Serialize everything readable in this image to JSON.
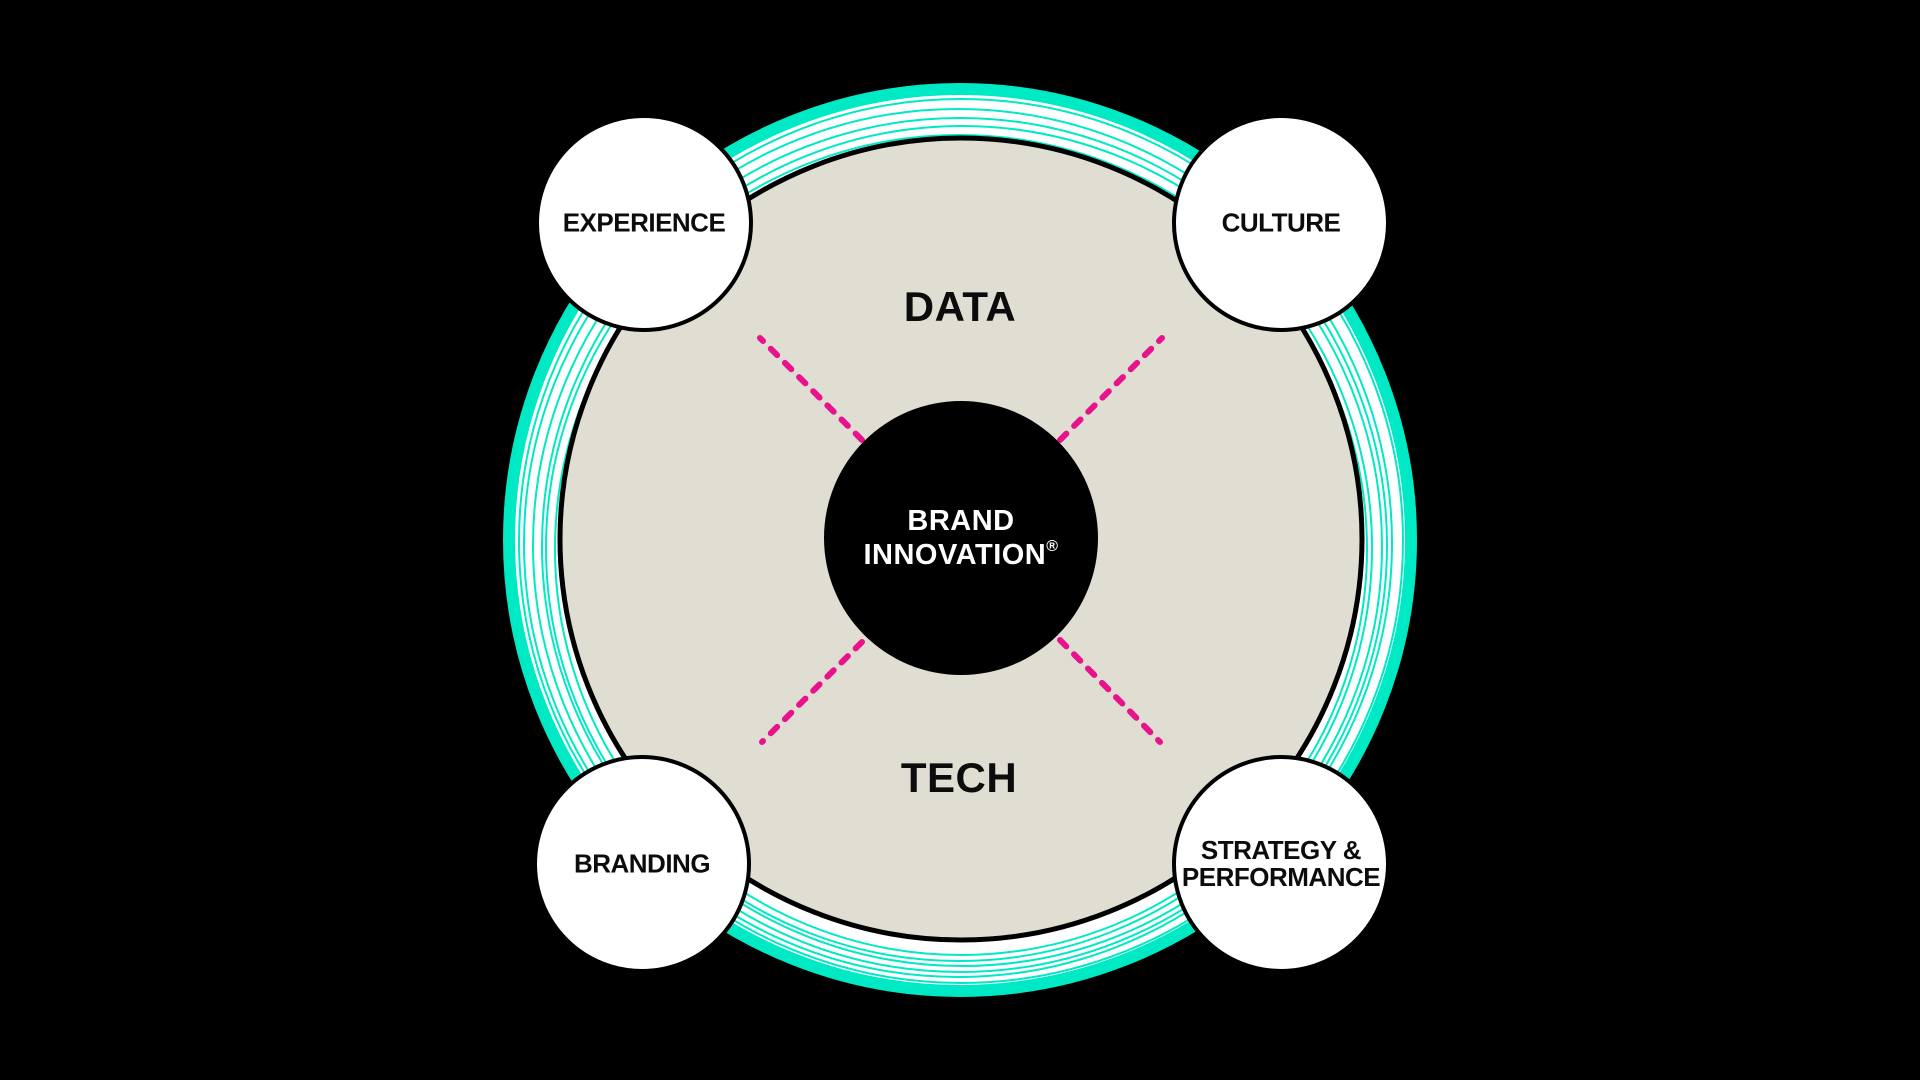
{
  "diagram": {
    "center": {
      "line1": "BRAND",
      "line2": "INNOVATION",
      "registered_mark": "®"
    },
    "axis_labels": {
      "top": "DATA",
      "bottom": "TECH"
    },
    "nodes": {
      "top_left": {
        "label": "EXPERIENCE"
      },
      "top_right": {
        "label": "CULTURE"
      },
      "bottom_left": {
        "label": "BRANDING"
      },
      "bottom_right": {
        "line1": "STRATEGY &",
        "line2": "PERFORMANCE"
      }
    },
    "colors": {
      "background": "#000000",
      "ring_teal": "#00E9C5",
      "disc_beige": "#E0DED3",
      "disc_outline": "#000000",
      "dash_pink": "#E9128D",
      "center_circle_fill": "#000000",
      "center_text": "#FFFFFF",
      "node_fill": "#FFFFFF",
      "node_outline": "#000000",
      "node_text": "#0C0C0C"
    }
  }
}
